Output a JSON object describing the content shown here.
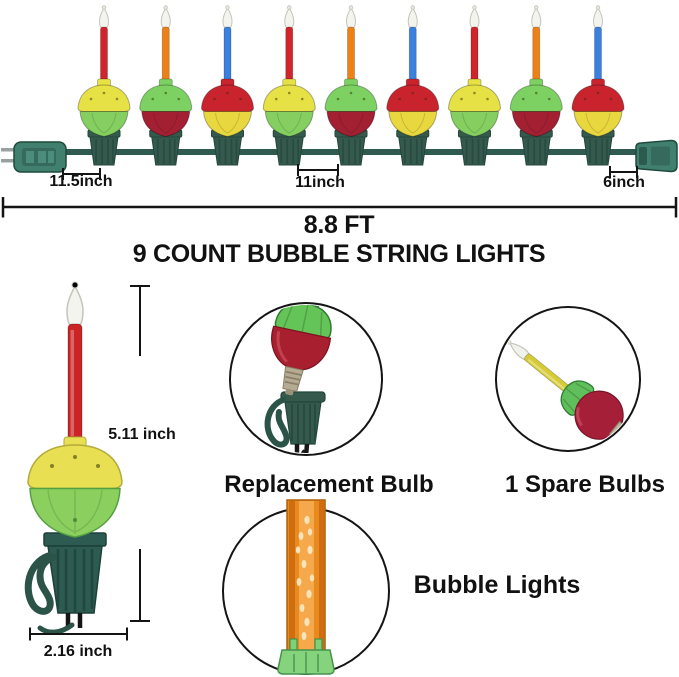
{
  "product": {
    "length_label": "8.8 FT",
    "heading": "9 COUNT BUBBLE STRING LIGHTS"
  },
  "measurements": {
    "plug_to_first_bulb": "11.5inch",
    "bulb_spacing": "11inch",
    "last_bulb_to_connector": "6inch",
    "single_bulb_height": "5.11 inch",
    "single_bulb_width": "2.16 inch"
  },
  "callouts": {
    "replacement_bulb": "Replacement Bulb",
    "spare_bulbs": "1 Spare Bulbs",
    "bubble_lights": "Bubble Lights"
  },
  "string_lights": {
    "bulb_count": 9,
    "bulbs": [
      {
        "tube": "#d0252a",
        "cap": "#e6e145",
        "body": "#85cf60"
      },
      {
        "tube": "#ee8115",
        "cap": "#7dd163",
        "body": "#a32033"
      },
      {
        "tube": "#3b80de",
        "cap": "#c9242e",
        "body": "#e8d73e"
      },
      {
        "tube": "#d0252a",
        "cap": "#e6e145",
        "body": "#85cf60"
      },
      {
        "tube": "#ee8115",
        "cap": "#7dd163",
        "body": "#a32033"
      },
      {
        "tube": "#3b80de",
        "cap": "#c9242e",
        "body": "#e8d73e"
      },
      {
        "tube": "#d0252a",
        "cap": "#e6e145",
        "body": "#85cf60"
      },
      {
        "tube": "#ee8115",
        "cap": "#7dd163",
        "body": "#a32033"
      },
      {
        "tube": "#3b80de",
        "cap": "#c9242e",
        "body": "#e8d73e"
      }
    ]
  },
  "colors": {
    "wire": "#2e5a50",
    "socket": "#35594c",
    "plug_green": "#41806f",
    "spare_tube_yellow": "#d6cb35",
    "bubble_tube_orange": "#e88a1e",
    "text": "#111111",
    "background": "#ffffff"
  }
}
